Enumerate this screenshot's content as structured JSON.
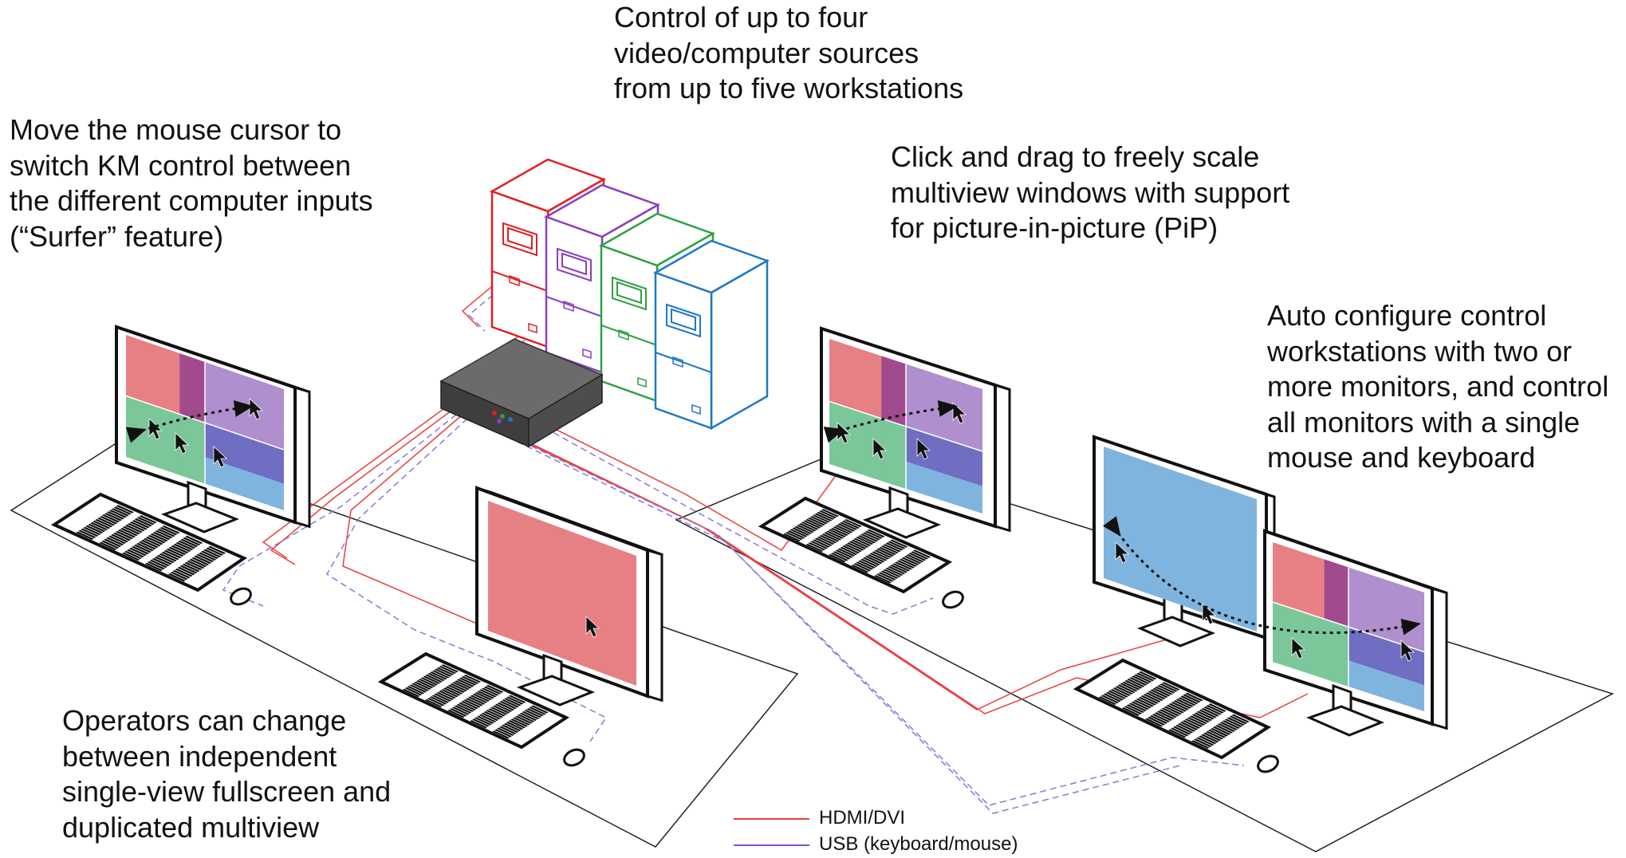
{
  "notes": {
    "sources": [
      "Control of up to four",
      "video/computer sources",
      "from up to five workstations"
    ],
    "surfer": [
      "Move the mouse cursor to",
      "switch KM control between",
      "the different computer inputs",
      "(“Surfer” feature)"
    ],
    "scale": [
      "Click and drag to freely scale",
      "multiview windows with support",
      "for picture-in-picture (PiP)"
    ],
    "auto": [
      "Auto configure control",
      "workstations with two or",
      "more monitors, and control",
      "all monitors with a single",
      "mouse and keyboard"
    ],
    "operators": [
      "Operators can change",
      "between independent",
      "single-view fullscreen and",
      "duplicated multiview"
    ]
  },
  "legend": [
    {
      "label": "HDMI/DVI",
      "color": "#e8403f"
    },
    {
      "label": "USB (keyboard/mouse)",
      "color": "#7b52c8"
    }
  ],
  "colors": {
    "source_1": "#e31e24",
    "source_2": "#8b3fbd",
    "source_3": "#2ea043",
    "source_4": "#1f78c8",
    "red_window": "#e78084",
    "purple_window": "#b08fcf",
    "green_window": "#7cc79a",
    "blue_window": "#7fb4de",
    "magenta_overlap": "#a14a8e",
    "indigo_overlap": "#6f6ec2",
    "switch_body": "#4d4d4d",
    "hdmi_cable": "#e8403f",
    "usb_cable": "#8a78d6"
  },
  "icons": [
    "pc-tower-icon",
    "kvm-switch-icon",
    "monitor-icon",
    "keyboard-icon",
    "mouse-icon",
    "cursor-icon"
  ]
}
